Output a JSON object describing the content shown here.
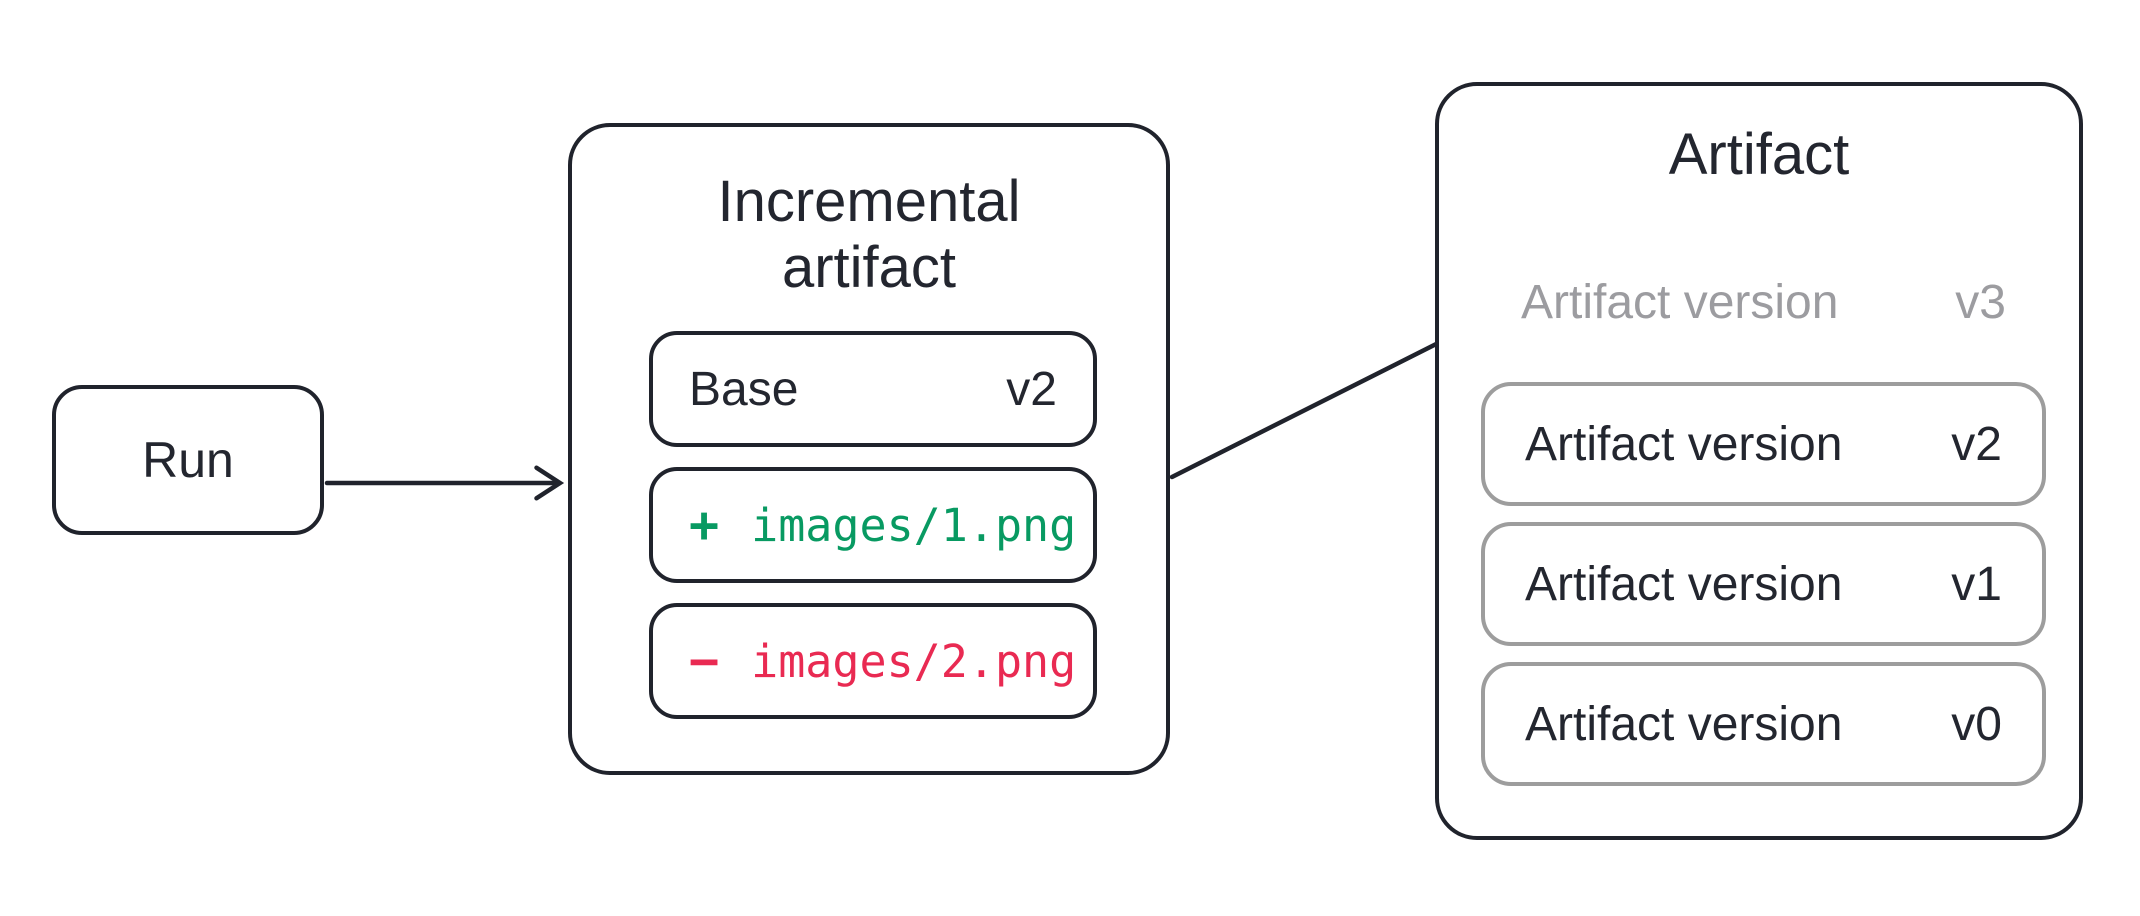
{
  "run_node": {
    "label": "Run"
  },
  "incremental_node": {
    "title": [
      "Incremental",
      "artifact"
    ],
    "base_row": {
      "label": "Base",
      "version": "v2"
    },
    "added_row": {
      "sign": "+",
      "path": "images/1.png"
    },
    "removed_row": {
      "sign": "−",
      "path": "images/2.png"
    }
  },
  "artifact_node": {
    "title": "Artifact",
    "pending_row": {
      "label": "Artifact version",
      "version": "v3"
    },
    "version_rows": [
      {
        "label": "Artifact version",
        "version": "v2"
      },
      {
        "label": "Artifact version",
        "version": "v1"
      },
      {
        "label": "Artifact version",
        "version": "v0"
      }
    ]
  },
  "colors": {
    "outline_dark": "#20232c",
    "text_dark": "#23262f",
    "muted_border": "#9d9d9d",
    "muted_text": "#9c9ca0",
    "added_green": "#089a62",
    "removed_red": "#e92a52"
  }
}
